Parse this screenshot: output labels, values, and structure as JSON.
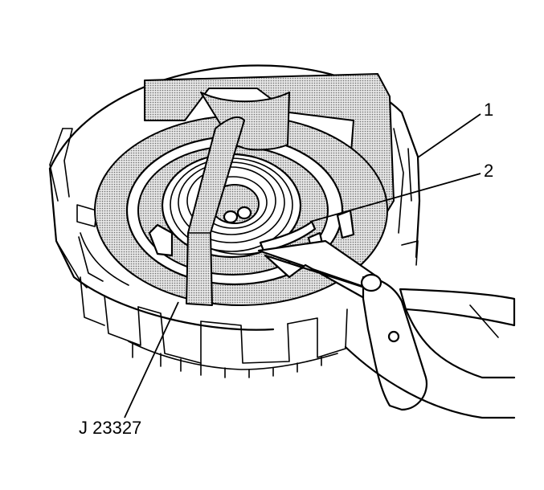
{
  "callouts": {
    "c1": "1",
    "c2": "2",
    "tool": "J 23327"
  },
  "colors": {
    "line": "#000000",
    "background": "#ffffff",
    "shade": "#8a8a8a"
  }
}
